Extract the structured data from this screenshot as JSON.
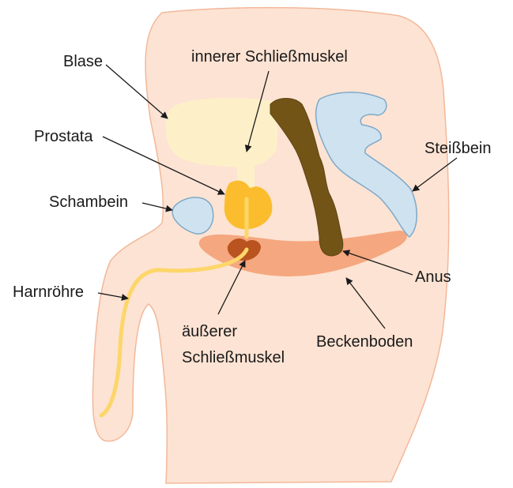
{
  "labels": {
    "blase": "Blase",
    "innerer_schliessmuskel": "innerer Schließmuskel",
    "prostata": "Prostata",
    "steissbein": "Steißbein",
    "schambein": "Schambein",
    "harnroehre": "Harnröhre",
    "anus": "Anus",
    "aeusserer_schliessmuskel_line1": "äußerer",
    "aeusserer_schliessmuskel_line2": "Schließmuskel",
    "beckenboden": "Beckenboden"
  },
  "colors": {
    "body_fill": "#fde3d3",
    "body_stroke": "#f2b89a",
    "bladder": "#fdf0c8",
    "prostate": "#fbbd2e",
    "bone": "#cfe2f0",
    "bone_stroke": "#7ea9c8",
    "rectum": "#735417",
    "pelvic_floor": "#f5a77f",
    "external_sphincter": "#b9531f",
    "urethra": "#fcd669",
    "arrow": "#1a1a1a"
  }
}
